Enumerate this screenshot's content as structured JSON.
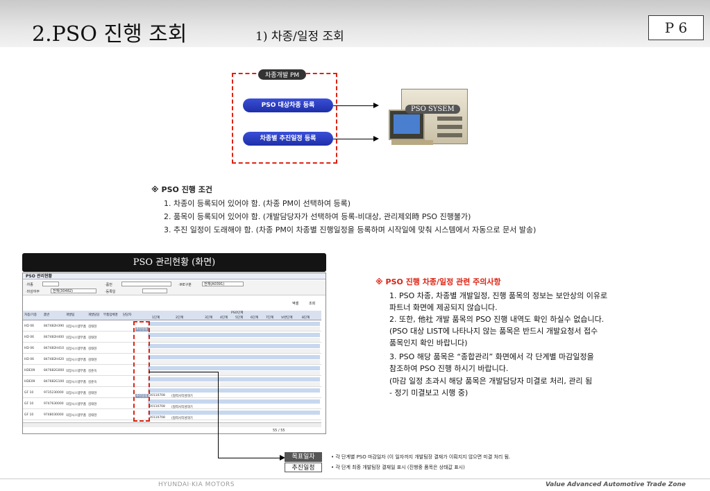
{
  "header": {
    "title": "2.PSO 진행 조회",
    "subtitle": "1) 차종/일정 조회",
    "page": "P 6"
  },
  "diagram": {
    "pm_label": "차종개발 PM",
    "step1": "PSO 대상차종 등록",
    "step2": "차종별 추진일정 등록",
    "system": "PSO SYSEM"
  },
  "conditions": {
    "title": "※ PSO 진행 조건",
    "items": [
      "1. 차종이 등록되어 있어야 함. (차종 PM이 선택하여 등록)",
      "2. 품목이 등록되어 있어야 함. (개발담당자가 선택하여 등록-비대상, 관리제외時 PSO 진행불가)",
      "3. 추진 일정이 도래해야 함. (차종 PM이 차종별 진행일정을 등록하며 시작일에 맞춰 시스템에서 자동으로 문서 발송)"
    ]
  },
  "screen": {
    "banner": "PSO 관리현황 (화면)",
    "window_title": "PSO 관리현황",
    "filters": {
      "car_label": "·차종",
      "status_label": "·마감여부",
      "status_value": "전체(30482)",
      "part_label": "·품번",
      "date_label": "·등록일",
      "type_label": "·IRE구분",
      "type_value": "전체(A0391)"
    },
    "buttons": [
      "엑셀",
      "조회"
    ],
    "columns": [
      "차종/기종",
      "품번",
      "개발팀",
      "개발담당",
      "부품업체명",
      "담당자"
    ],
    "stage_header": "PSO단계",
    "stages": [
      "1단계",
      "2단계",
      "3단계",
      "4단계",
      "5단계",
      "6단계",
      "7단계",
      "보완단계",
      "8단계"
    ],
    "rows": [
      {
        "car": "HD 06",
        "part": "847482H390",
        "team": "의장시스템부품",
        "owner": "김태현"
      },
      {
        "car": "HD 06",
        "part": "847482H400",
        "team": "의장시스템부품",
        "owner": "김태현"
      },
      {
        "car": "HD 06",
        "part": "847482H410",
        "team": "의장시스템부품",
        "owner": "김태현"
      },
      {
        "car": "HD 06",
        "part": "847482H420",
        "team": "의장시스템부품",
        "owner": "김태현"
      },
      {
        "car": "HDE09",
        "part": "847682G000",
        "team": "의장시스템부품",
        "owner": "김준옥"
      },
      {
        "car": "HDE09",
        "part": "847682G100",
        "team": "의장시스템부품",
        "owner": "김준옥"
      },
      {
        "car": "GF 10",
        "part": "9735230000",
        "team": "의장시스템부품",
        "owner": "김태현"
      },
      {
        "car": "GF 10",
        "part": "9747630000",
        "team": "의장시스템부품",
        "owner": "김태현"
      },
      {
        "car": "GF 10",
        "part": "9748030000",
        "team": "의장시스템부품",
        "owner": "김태현"
      }
    ],
    "row_tag": "추진일정",
    "row_date": "20110708",
    "row_note": "(협력사작성대기",
    "pager": "55 / 55"
  },
  "notice": {
    "title": "※ PSO 진행 차종/일정 관련 주의사항",
    "lines": [
      "1. PSO 차종, 차종별 개발일정, 진행 품목의 정보는 보안상의 이유로",
      "   파트너 화면에 제공되지 않습니다.",
      "2. 또한, 他社 개발 품목의 PSO 진행 내역도 확인 하실수 없습니다.",
      "  (PSO 대상 LIST에 나타나지 않는 품목은 반드시 개발요청서 접수",
      "   품목인지 확인 바랍니다)",
      "3. PSO 해당 품목은 “종합관리” 화면에서 각 단계별 마감일정을",
      "   참조하여 PSO 진행 하시기 바랍니다.",
      "  (마감 일정 초과시 해당 품목은 개발담당자 미결로 처리, 관리 됨",
      "   - 정기 미결보고 시행 중)"
    ]
  },
  "legend": {
    "tag1": "목표일자",
    "tag2": "추진일정",
    "text1": "•  각 단계별 PSO 마감일자 (이 일자까지 개발팀장 결재가 이뤄지지 않으면 미결 처리 됨.",
    "text2": "•  각 단계 최종 개발팀장 결재일 표시 (진행중 품목은 상태값 표시)"
  },
  "footer": {
    "logo": "HYUNDAI·KIA MOTORS",
    "right": "Value Advanced Automotive Trade Zone"
  }
}
